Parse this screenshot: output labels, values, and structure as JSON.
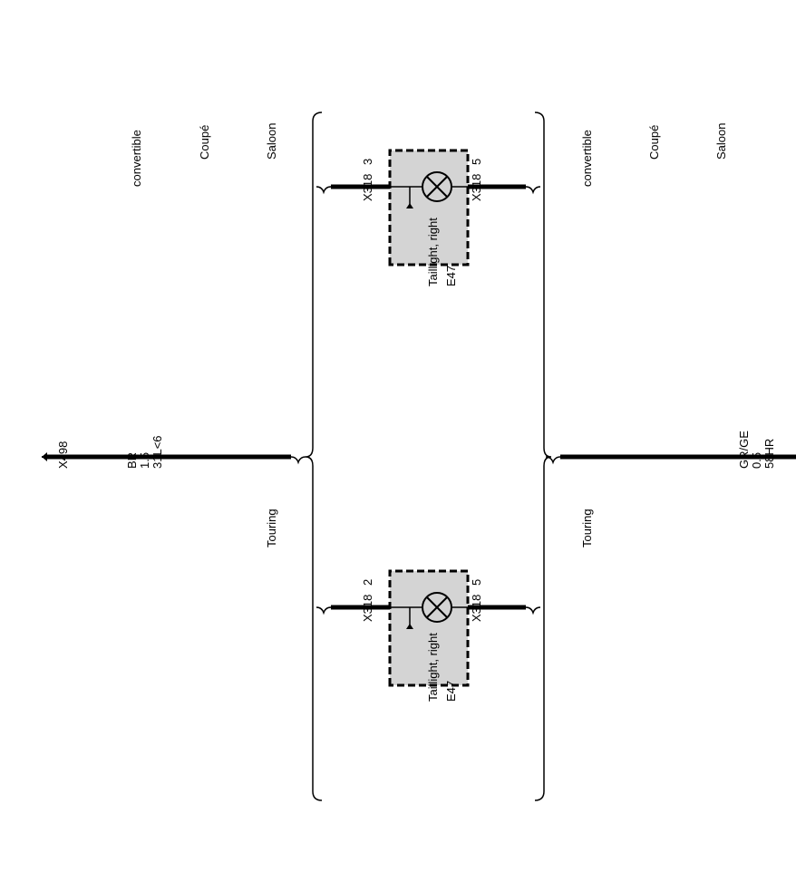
{
  "colors": {
    "line": "#000000",
    "component_fill": "#d4d4d4",
    "background": "#ffffff"
  },
  "variants": {
    "saloon": "Saloon",
    "coupe": "Coupé",
    "convertible": "convertible",
    "touring": "Touring"
  },
  "supply_wire": {
    "signal": "58HR",
    "size": "0.5",
    "color": "GR/GE"
  },
  "ground_wire": {
    "signal": "31L<6",
    "size": "1.5",
    "color": "BR",
    "ground_point": "X498"
  },
  "components": [
    {
      "id": "E47",
      "name": "Taillight, right",
      "pin_in": "5",
      "pin_out": "3",
      "connector_in": "X318",
      "connector_out": "X318"
    },
    {
      "id": "E47",
      "name": "Taillight, right",
      "pin_in": "5",
      "pin_out": "2",
      "connector_in": "X318",
      "connector_out": "X318"
    }
  ]
}
